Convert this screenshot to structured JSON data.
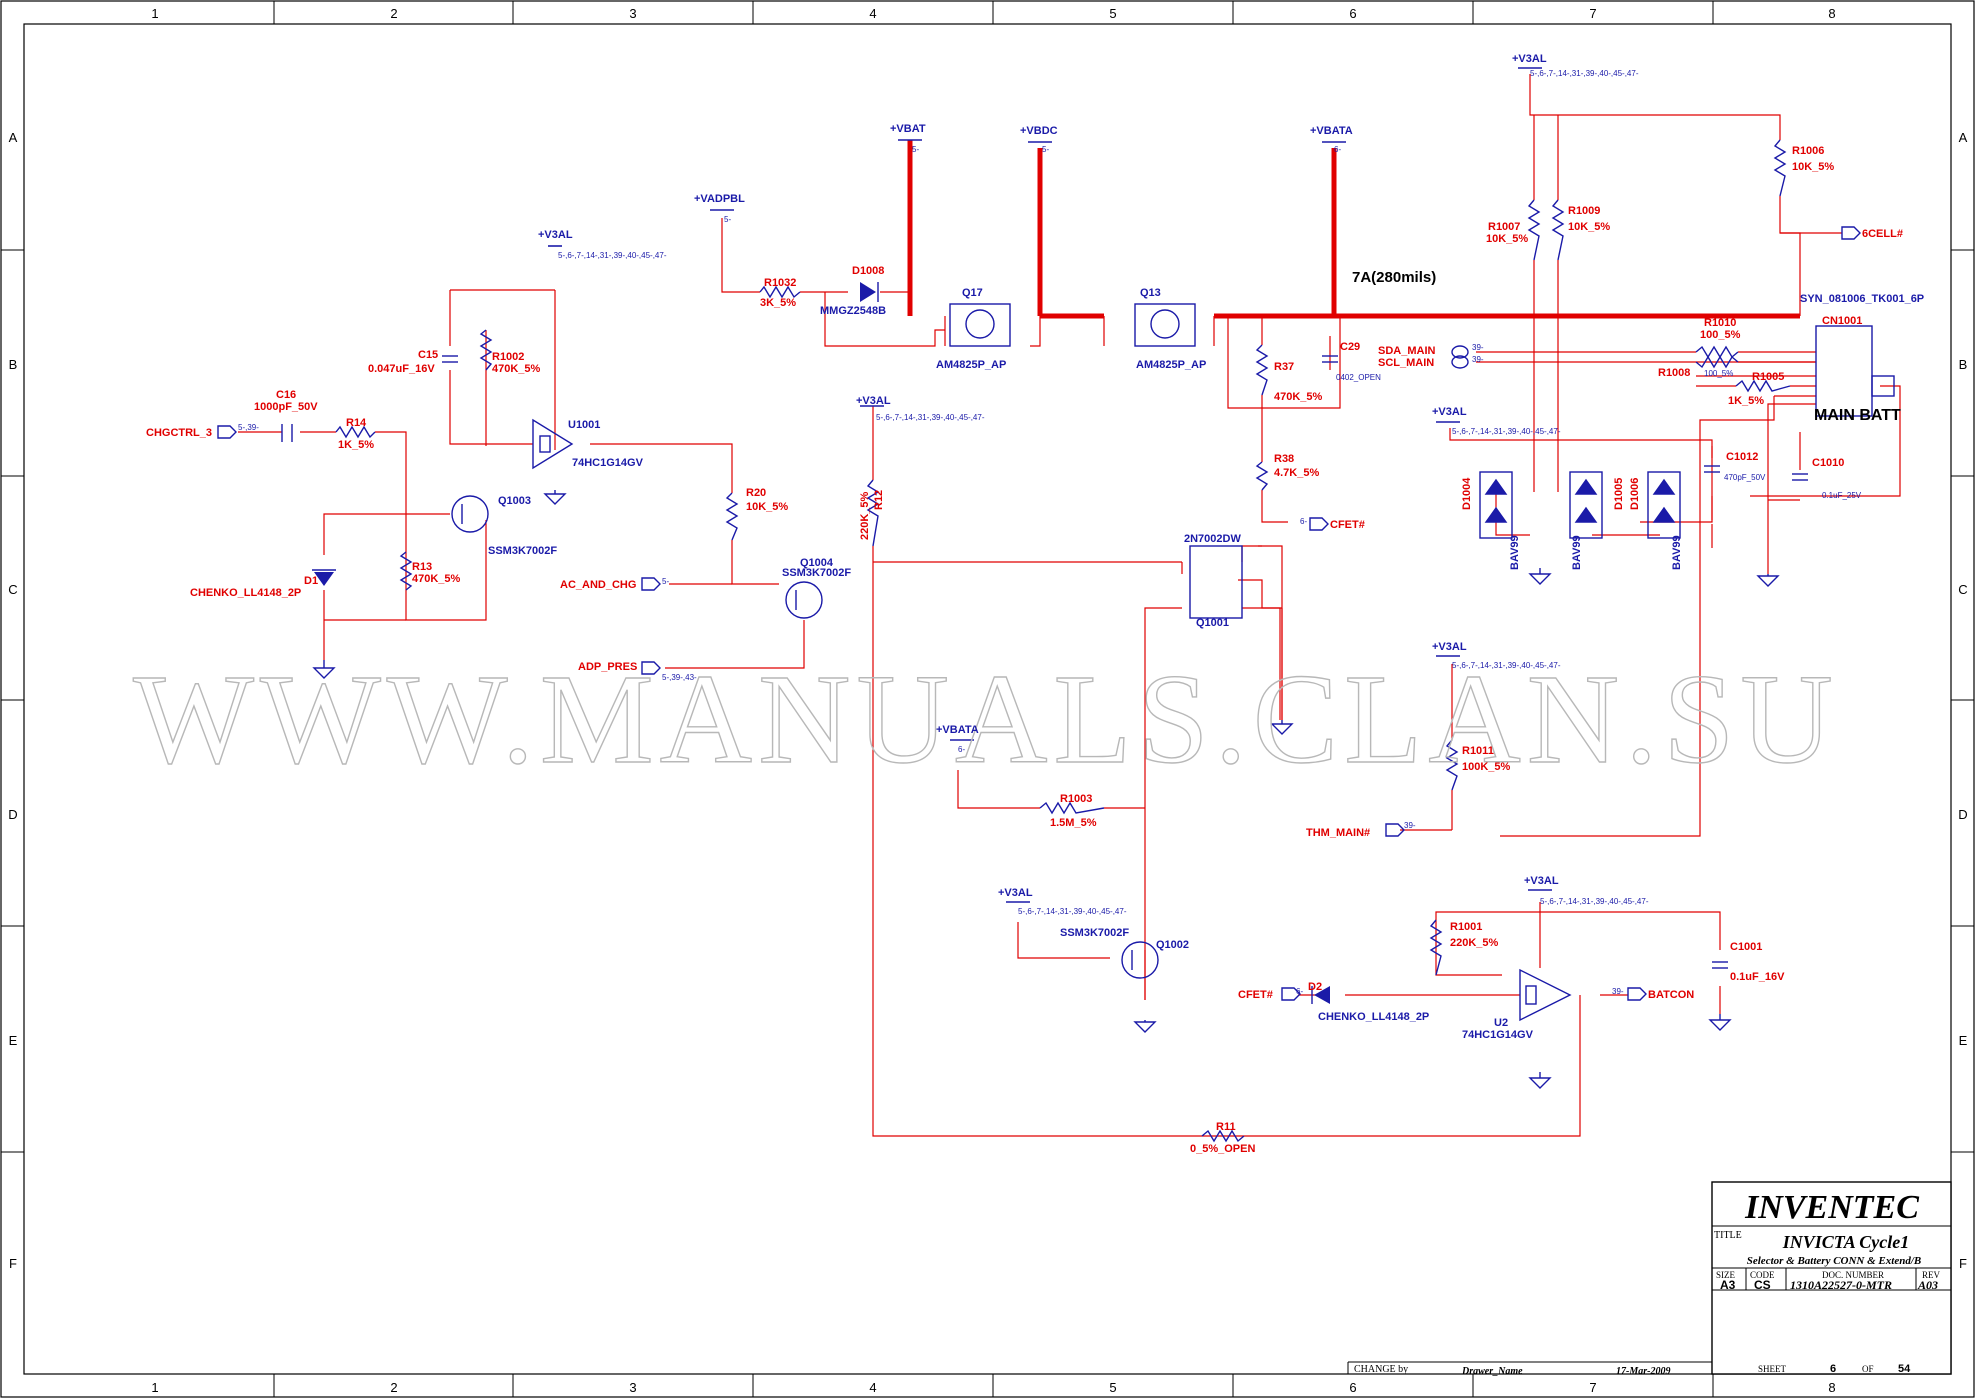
{
  "grid": {
    "cols": [
      "1",
      "2",
      "3",
      "4",
      "5",
      "6",
      "7",
      "8"
    ],
    "rows": [
      "A",
      "B",
      "C",
      "D",
      "E",
      "F"
    ]
  },
  "watermark": "WWW.MANUALS.CLAN.SU",
  "note_current": "7A(280mils)",
  "title_block": {
    "company": "INVENTEC",
    "title_label": "TITLE",
    "title": "INVICTA Cycle1",
    "subtitle": "Selector & Battery CONN & Extend/B",
    "size_label": "SIZE",
    "size": "A3",
    "code_label": "CODE",
    "code": "CS",
    "doc_label": "DOC. NUMBER",
    "doc": "1310A22527-0-MTR",
    "rev_label": "REV",
    "rev": "A03",
    "change_label": "CHANGE by",
    "drawer": "Drawer_Name",
    "date": "17-Mar-2009",
    "sheet_label": "SHEET",
    "sheet": "6",
    "of_label": "OF",
    "total": "54"
  },
  "rails": {
    "v3al": "+V3AL",
    "vbat": "+VBAT",
    "vbdc": "+VBDC",
    "vbata": "+VBATA",
    "vadpbl": "+VADPBL",
    "xref_v3al": "5-,6-,7-,14-,31-,39-,40-,45-,47-",
    "xref_5": "5-",
    "xref_6": "6-",
    "xref_39": "39-",
    "xref_chg": "5-,39-",
    "xref_adp": "5-,39-,43-"
  },
  "nets": {
    "chgctrl": "CHGCTRL_3",
    "ac_and_chg": "AC_AND_CHG",
    "adp_pres": "ADP_PRES",
    "cfet1": "CFET#",
    "cfet2": "CFET#",
    "cell": "6CELL#",
    "sda": "SDA_MAIN",
    "scl": "SCL_MAIN",
    "thm": "THM_MAIN#",
    "batcon": "BATCON"
  },
  "parts": {
    "c16": {
      "ref": "C16",
      "val": "1000pF_50V"
    },
    "r14": {
      "ref": "R14",
      "val": "1K_5%"
    },
    "c15": {
      "ref": "C15",
      "val": "0.047uF_16V"
    },
    "r1002": {
      "ref": "R1002",
      "val": "470K_5%"
    },
    "u1001": {
      "ref": "U1001",
      "val": "74HC1G14GV"
    },
    "q1003": {
      "ref": "Q1003",
      "val": "SSM3K7002F"
    },
    "r13": {
      "ref": "R13",
      "val": "470K_5%"
    },
    "d1": {
      "ref": "D1",
      "val": "CHENKO_LL4148_2P"
    },
    "r20": {
      "ref": "R20",
      "val": "10K_5%"
    },
    "q1004": {
      "ref": "Q1004",
      "val": "SSM3K7002F"
    },
    "r1032": {
      "ref": "R1032",
      "val": "3K_5%"
    },
    "d1008": {
      "ref": "D1008",
      "val": "MMGZ2548B"
    },
    "q17": {
      "ref": "Q17",
      "val": "AM4825P_AP"
    },
    "q13": {
      "ref": "Q13",
      "val": "AM4825P_AP"
    },
    "r12": {
      "ref": "R12",
      "val": "220K_5%"
    },
    "r37": {
      "ref": "R37",
      "val": "470K_5%"
    },
    "c29": {
      "ref": "C29",
      "val": "0402_OPEN"
    },
    "r38": {
      "ref": "R38",
      "val": "4.7K_5%"
    },
    "q1001": {
      "ref": "Q1001",
      "val": "2N7002DW"
    },
    "r1003": {
      "ref": "R1003",
      "val": "1.5M_5%"
    },
    "q1002": {
      "ref": "Q1002",
      "val": "SSM3K7002F"
    },
    "r11": {
      "ref": "R11",
      "val": "0_5%_OPEN"
    },
    "r1007": {
      "ref": "R1007",
      "val": "10K_5%"
    },
    "r1009": {
      "ref": "R1009",
      "val": "10K_5%"
    },
    "r1006": {
      "ref": "R1006",
      "val": "10K_5%"
    },
    "r1010": {
      "ref": "R1010",
      "val": "100_5%"
    },
    "r1008": {
      "ref": "R1008",
      "val": "100_5%"
    },
    "r1005": {
      "ref": "R1005",
      "val": "1K_5%"
    },
    "cn1001": {
      "ref": "CN1001",
      "val": "SYN_081006_TK001_6P",
      "label": "MAIN BATT"
    },
    "d1004": {
      "ref": "D1004",
      "val": "BAV99"
    },
    "d1005": {
      "ref": "D1005",
      "val": "BAV99"
    },
    "d1006": {
      "ref": "D1006",
      "val": "BAV99"
    },
    "c1012": {
      "ref": "C1012",
      "val": "470pF_50V"
    },
    "c1010": {
      "ref": "C1010",
      "val": "0.1uF_25V"
    },
    "r1011": {
      "ref": "R1011",
      "val": "100K_5%"
    },
    "r1001": {
      "ref": "R1001",
      "val": "220K_5%"
    },
    "d2": {
      "ref": "D2",
      "val": "CHENKO_LL4148_2P"
    },
    "u2": {
      "ref": "U2",
      "val": "74HC1G14GV"
    },
    "c1001": {
      "ref": "C1001",
      "val": "0.1uF_16V"
    }
  }
}
